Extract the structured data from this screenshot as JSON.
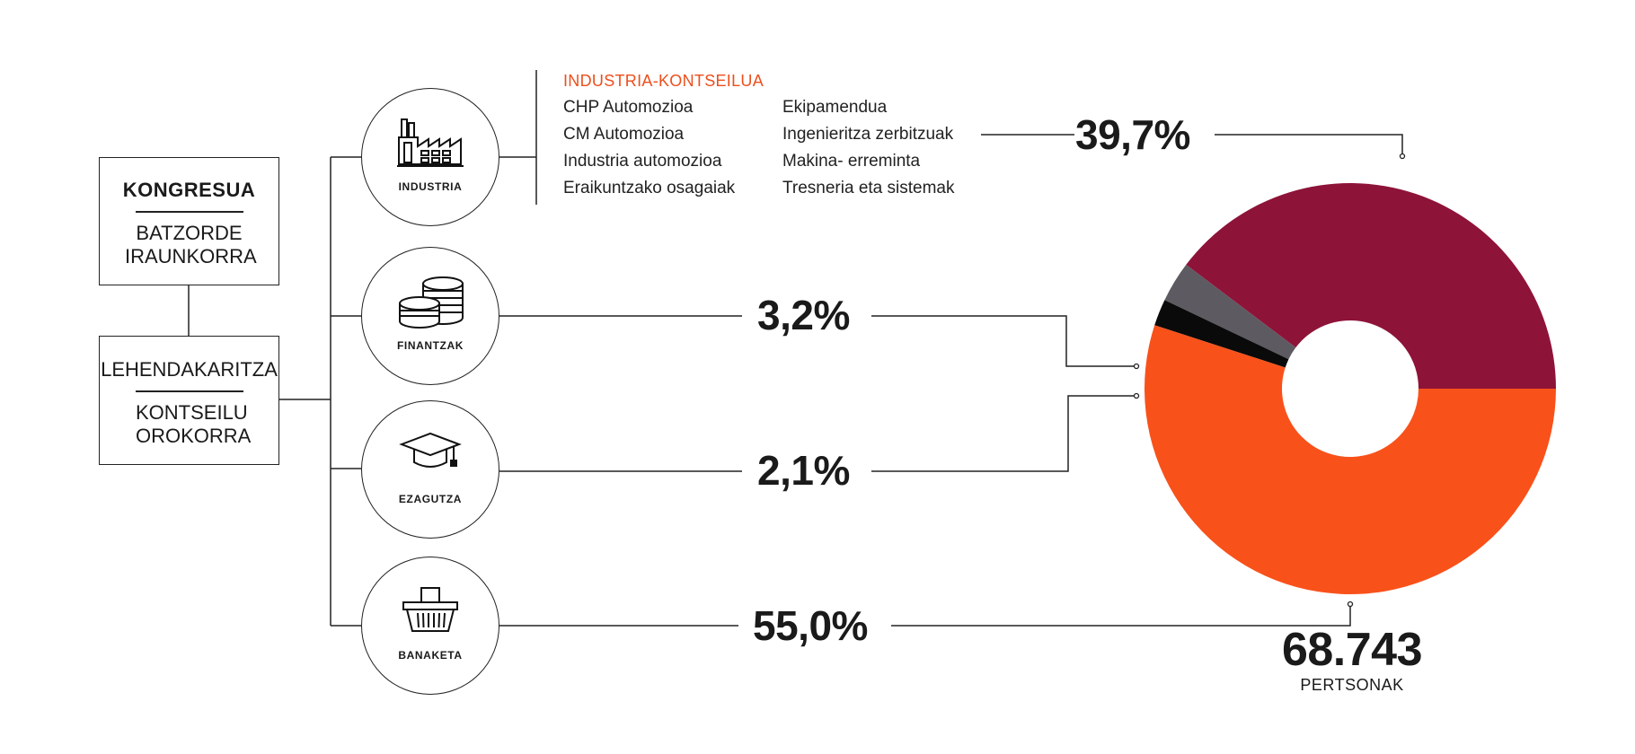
{
  "org": {
    "congress": "KONGRESUA",
    "committee": "BATZORDE IRAUNKORRA",
    "presidency": "LEHENDAKARITZA",
    "council": "KONTSEILU OROKORRA"
  },
  "areas": [
    {
      "label": "INDUSTRIA",
      "icon": "factory-icon"
    },
    {
      "label": "FINANTZAK",
      "icon": "coins-icon"
    },
    {
      "label": "EZAGUTZA",
      "icon": "graduation-cap-icon"
    },
    {
      "label": "BANAKETA",
      "icon": "shopping-basket-icon"
    }
  ],
  "industry_council": {
    "title": "INDUSTRIA-KONTSEILUA",
    "col1": [
      "CHP Automozioa",
      "CM Automozioa",
      "Industria automozioa",
      "Eraikuntzako osagaiak"
    ],
    "col2": [
      "Ekipamendua",
      "Ingenieritza zerbitzuak",
      "Makina- erreminta",
      "Tresneria eta sistemak"
    ]
  },
  "chart_data": {
    "type": "pie",
    "donut": true,
    "categories": [
      "INDUSTRIA",
      "FINANTZAK",
      "EZAGUTZA",
      "BANAKETA"
    ],
    "values": [
      39.7,
      3.2,
      2.1,
      55.0
    ],
    "value_labels": [
      "39,7%",
      "3,2%",
      "2,1%",
      "55,0%"
    ],
    "colors": [
      "#8e1339",
      "#5e5a61",
      "#0a0a0a",
      "#f9511a"
    ],
    "total": "68.743",
    "total_label": "PERTSONAK"
  }
}
